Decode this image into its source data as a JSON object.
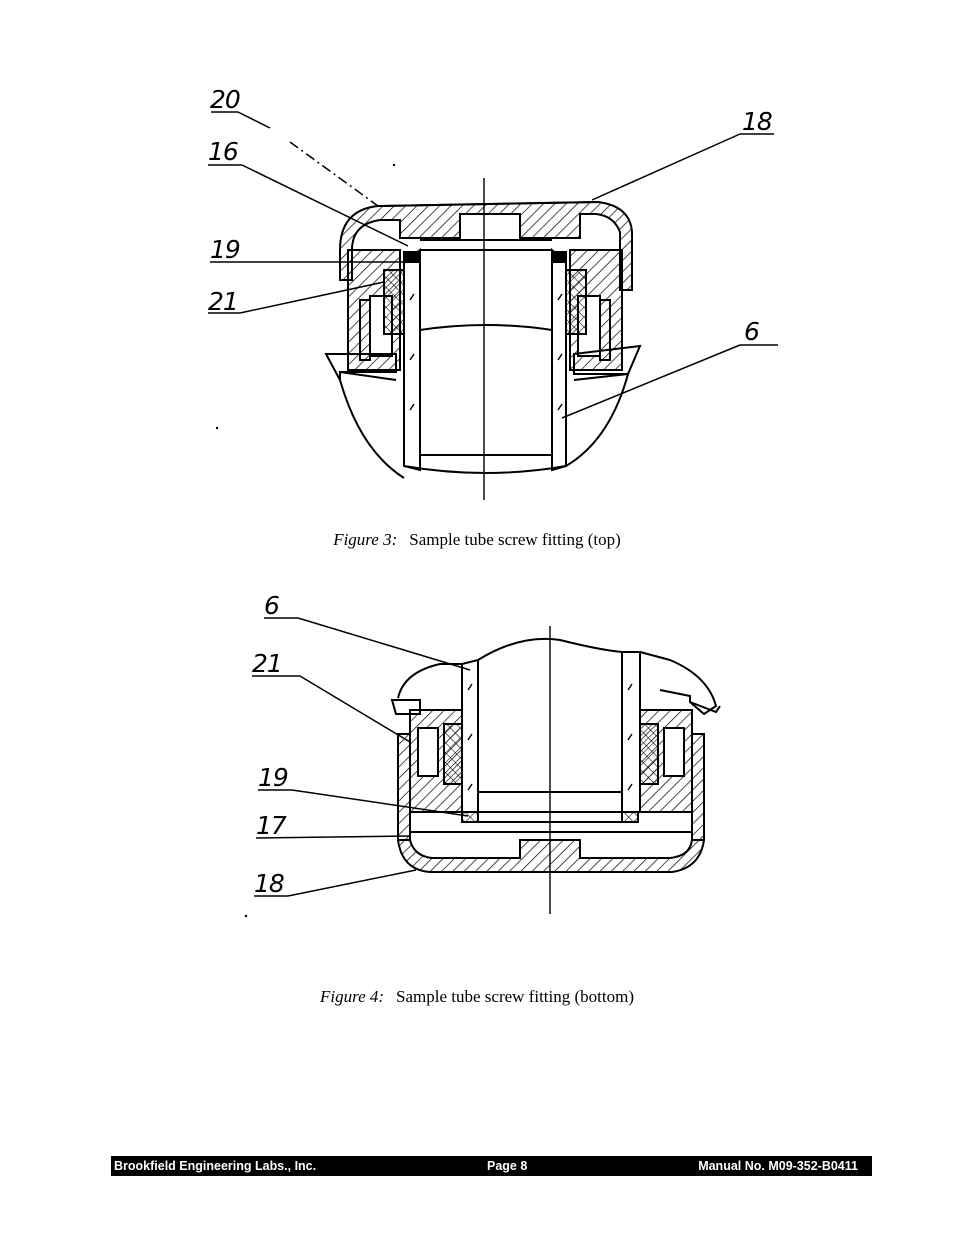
{
  "figures": [
    {
      "label": "Figure 3:",
      "caption": "Sample tube screw fitting (top)",
      "callouts": [
        "20",
        "16",
        "19",
        "21",
        "18",
        "6"
      ]
    },
    {
      "label": "Figure 4:",
      "caption": "Sample tube screw fitting (bottom)",
      "callouts": [
        "6",
        "21",
        "19",
        "17",
        "18"
      ]
    }
  ],
  "footer": {
    "left": "Brookfield Engineering Labs., Inc.",
    "center": "Page 8",
    "right": "Manual No.  M09-352-B0411"
  }
}
